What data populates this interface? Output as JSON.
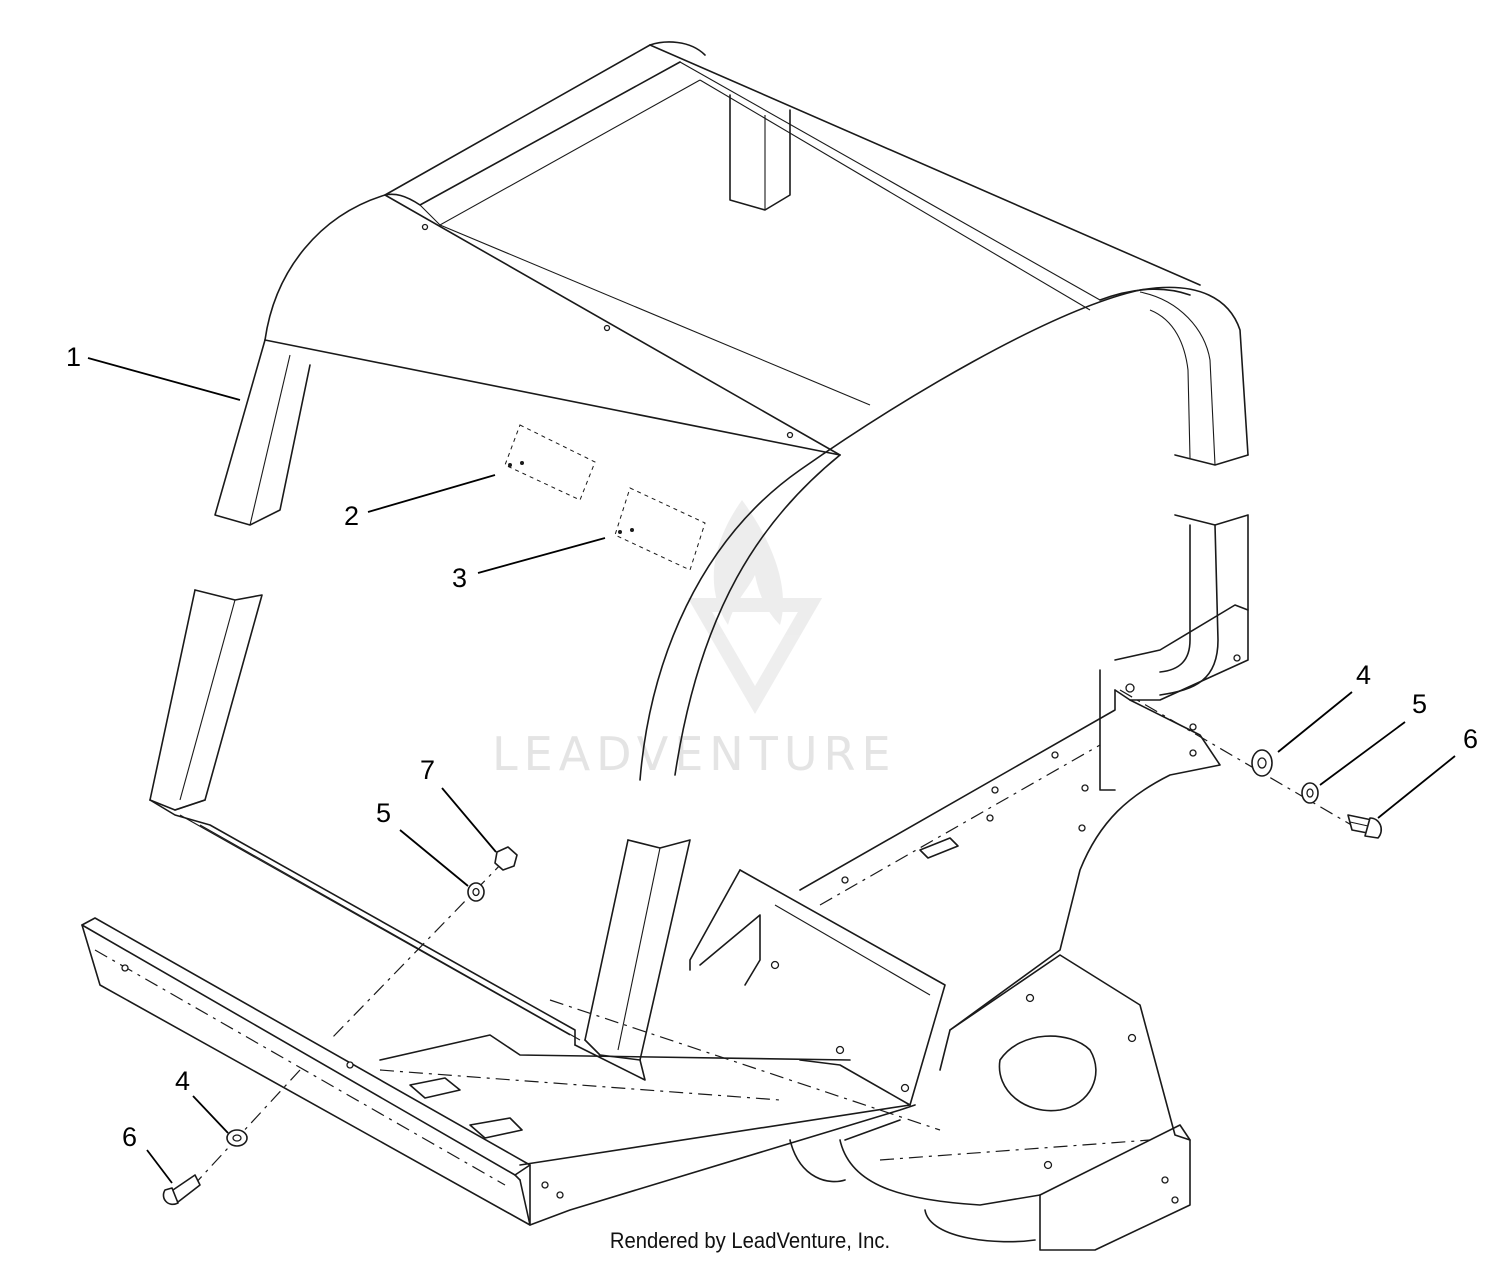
{
  "diagram": {
    "callouts": [
      {
        "id": "c1",
        "label": "1"
      },
      {
        "id": "c2",
        "label": "2"
      },
      {
        "id": "c3",
        "label": "3"
      },
      {
        "id": "c4r",
        "label": "4"
      },
      {
        "id": "c5r",
        "label": "5"
      },
      {
        "id": "c6r",
        "label": "6"
      },
      {
        "id": "c7",
        "label": "7"
      },
      {
        "id": "c5l",
        "label": "5"
      },
      {
        "id": "c4l",
        "label": "4"
      },
      {
        "id": "c6l",
        "label": "6"
      }
    ],
    "watermark": "LEADVENTURE",
    "footer": "Rendered by LeadVenture, Inc."
  }
}
